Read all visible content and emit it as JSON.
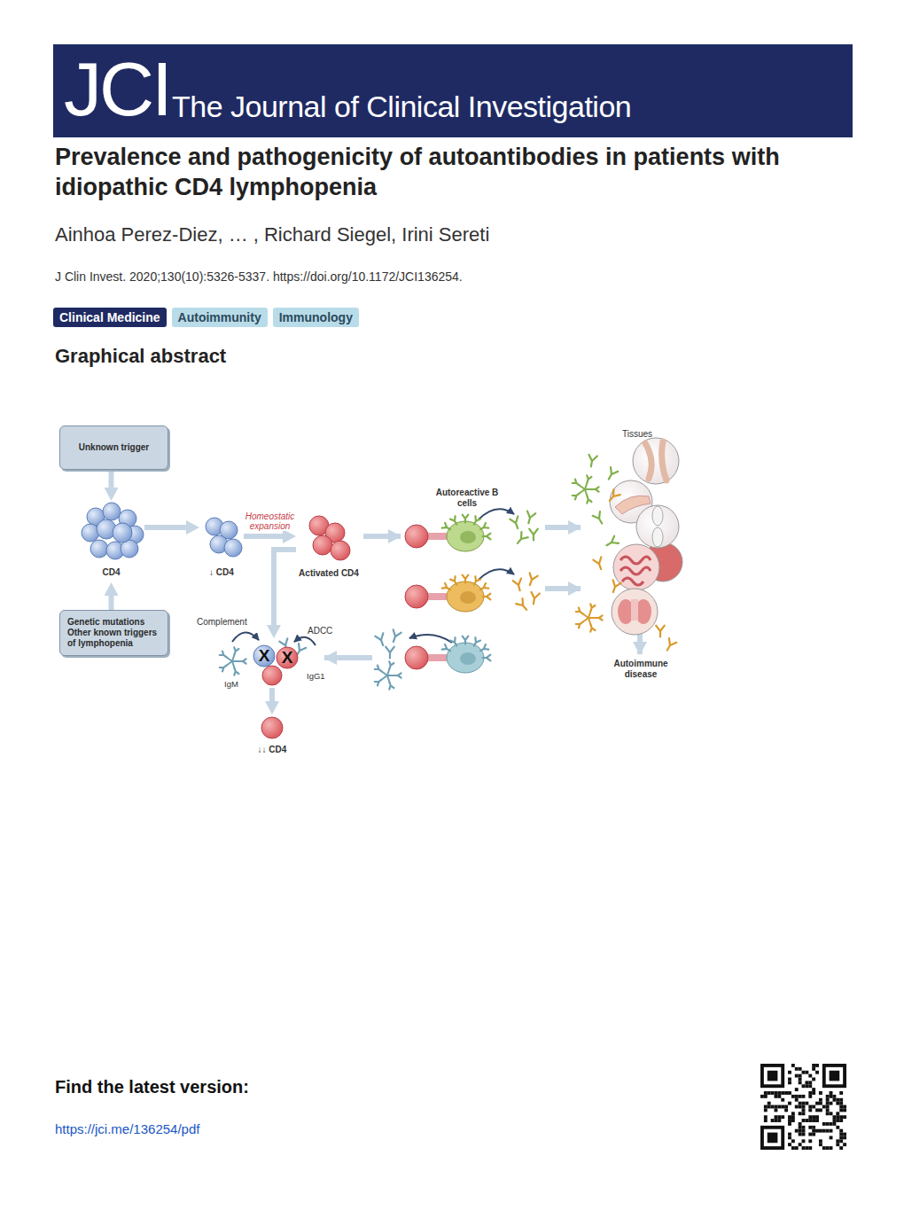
{
  "diagram": {
    "title": "Prevalence and pathogenicity of autoantibodies in patients with idiopathic CD4 lymphopenia",
    "nodes": [
      {
        "text": [
          "JCI",
          "The Journal of Clinical Investigation"
        ]
      },
      {
        "text": [
          "Clinical Medicine"
        ]
      },
      {
        "text": [
          "Autoimmunity"
        ]
      },
      {
        "text": [
          "Immunology"
        ]
      },
      {
        "text": [
          "Unknown trigger"
        ]
      },
      {
        "text": [
          "CD4"
        ]
      },
      {
        "text": [
          "↓ CD4"
        ]
      },
      {
        "text": [
          "Activated CD4"
        ]
      },
      {
        "text": [
          "Genetic mutations Other known triggers of lymphopenia"
        ]
      },
      {
        "text": [
          "X",
          "X"
        ]
      },
      {
        "text": [
          "↓↓ CD4"
        ]
      }
    ],
    "edges": [
      {
        "from": 4,
        "to": 5,
        "arrow": "to"
      },
      {
        "from": 8,
        "to": 5,
        "arrow": "to"
      },
      {
        "from": 5,
        "to": 6,
        "arrow": "to"
      },
      {
        "from": 6,
        "to": 7,
        "label": "Homeostatic expansion",
        "arrow": "to"
      },
      {
        "from": 7,
        "to": 9,
        "arrow": "to"
      },
      {
        "from": 9,
        "to": 10,
        "arrow": "to"
      }
    ],
    "labels": [
      "Ainhoa Perez-Diez, … , Richard Siegel, Irini Sereti",
      "J Clin Invest. 2020;130(10):5326-5337. https://doi.org/10.1172/JCI136254.",
      "Graphical abstract",
      "Complement",
      "ADCC",
      "IgM",
      "IgG1",
      "Autoreactive B cells",
      "Tissues",
      "Autoimmune disease",
      "Find the latest version:",
      "https://jci.me/136254/pdf"
    ]
  }
}
